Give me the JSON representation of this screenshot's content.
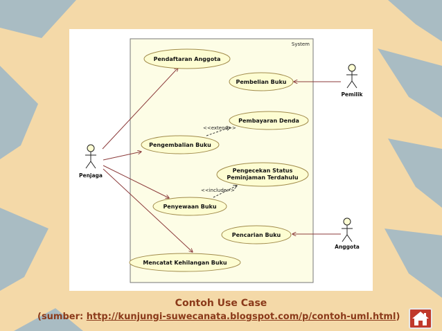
{
  "diagram": {
    "system_label": "System",
    "actors": [
      {
        "id": "penjaga",
        "label": "Penjaga"
      },
      {
        "id": "pemilik",
        "label": "Pemilik"
      },
      {
        "id": "anggota",
        "label": "Anggota"
      }
    ],
    "use_cases": [
      {
        "id": "uc1",
        "label": "Pendaftaran Anggota"
      },
      {
        "id": "uc2",
        "label": "Pembelian Buku"
      },
      {
        "id": "uc3",
        "label": "Pembayaran Denda"
      },
      {
        "id": "uc4",
        "label": "Pengembalian Buku"
      },
      {
        "id": "uc5",
        "label": "Pengecekan Status",
        "label2": "Peminjaman Terdahulu"
      },
      {
        "id": "uc6",
        "label": "Penyewaan Buku"
      },
      {
        "id": "uc7",
        "label": "Pencarian Buku"
      },
      {
        "id": "uc8",
        "label": "Mencatat Kehilangan Buku"
      }
    ],
    "extend_label": "<<extend>>",
    "include_label": "<<include>>"
  },
  "caption": {
    "title": "Contoh Use Case",
    "source_prefix": "(sumber: ",
    "source_url": "http://kunjungi-suwecanata.blogspot.com/p/contoh-uml.html",
    "source_suffix": ")"
  },
  "home_button": {
    "icon": "home-icon"
  },
  "colors": {
    "background": "#f4d9a8",
    "shapes": "#a9bcc3",
    "system_box": "#fdfde6",
    "use_case_fill": "#fdfdd2",
    "use_case_stroke": "#a08a4a",
    "association": "#8b3a3a",
    "caption_text": "#8b3a1a",
    "home_button": "#c0392b"
  }
}
